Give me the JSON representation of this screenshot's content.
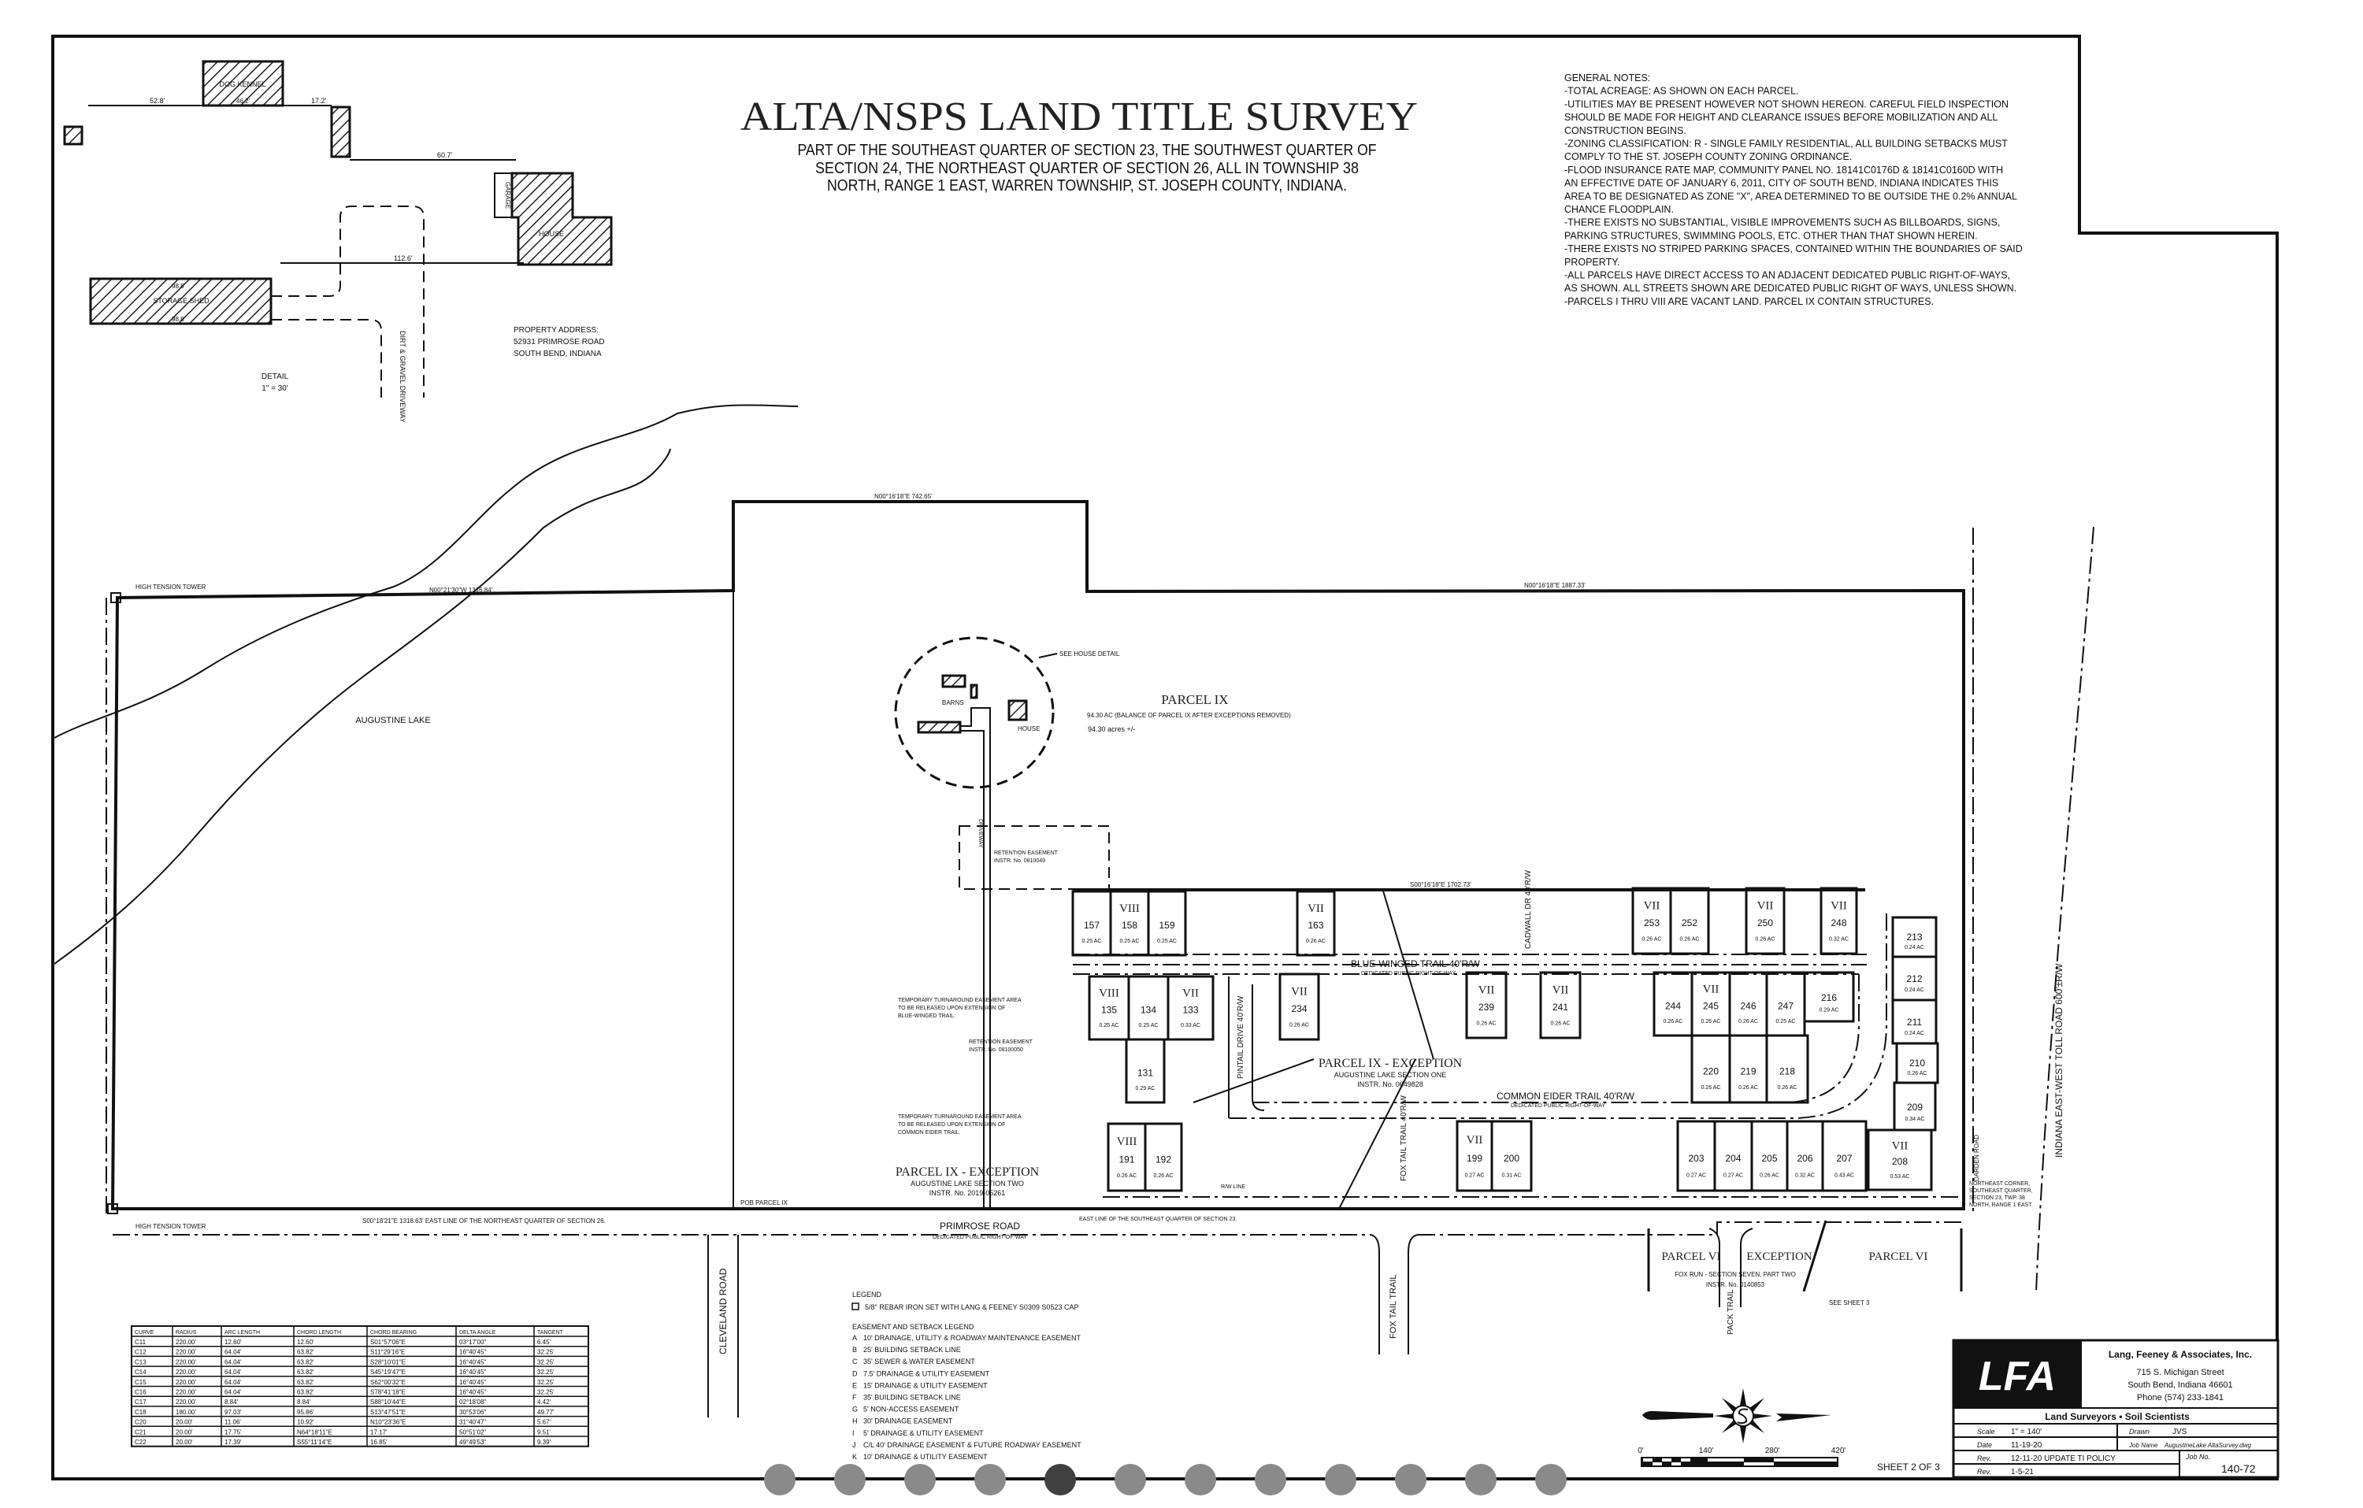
{
  "title": {
    "main": "ALTA/NSPS LAND TITLE SURVEY",
    "lines": [
      "PART OF THE SOUTHEAST QUARTER OF SECTION 23, THE SOUTHWEST QUARTER OF",
      "SECTION 24, THE NORTHEAST QUARTER OF SECTION 26, ALL IN TOWNSHIP 38",
      "NORTH, RANGE 1 EAST, WARREN TOWNSHIP, ST. JOSEPH COUNTY, INDIANA."
    ]
  },
  "general_notes": [
    "GENERAL NOTES:",
    "-TOTAL ACREAGE:  AS SHOWN ON EACH PARCEL.",
    "-UTILITIES MAY BE PRESENT HOWEVER NOT SHOWN HEREON.  CAREFUL FIELD INSPECTION",
    "SHOULD BE MADE FOR HEIGHT AND CLEARANCE ISSUES BEFORE MOBILIZATION AND ALL",
    "CONSTRUCTION BEGINS.",
    "-ZONING CLASSIFICATION: R - SINGLE FAMILY RESIDENTIAL, ALL BUILDING SETBACKS MUST",
    "COMPLY TO THE ST. JOSEPH COUNTY ZONING ORDINANCE.",
    "-FLOOD INSURANCE RATE MAP, COMMUNITY PANEL NO. 18141C0176D & 18141C0160D WITH",
    "AN EFFECTIVE DATE OF JANUARY 6, 2011, CITY OF SOUTH BEND, INDIANA INDICATES THIS",
    "AREA TO BE DESIGNATED AS ZONE \"X\", AREA DETERMINED TO BE OUTSIDE THE 0.2% ANNUAL",
    "CHANCE FLOODPLAIN.",
    "-THERE EXISTS NO SUBSTANTIAL, VISIBLE IMPROVEMENTS SUCH AS BILLBOARDS, SIGNS,",
    "PARKING STRUCTURES, SWIMMING POOLS, ETC. OTHER THAN THAT SHOWN HEREIN.",
    "-THERE EXISTS NO STRIPED PARKING SPACES, CONTAINED WITHIN THE BOUNDARIES OF SAID",
    "PROPERTY.",
    "-ALL PARCELS HAVE DIRECT ACCESS TO AN ADJACENT DEDICATED PUBLIC RIGHT-OF-WAYS,",
    "AS SHOWN. ALL STREETS SHOWN ARE DEDICATED PUBLIC RIGHT OF WAYS, UNLESS SHOWN.",
    "-PARCELS I THRU VIII ARE VACANT LAND. PARCEL IX CONTAIN STRUCTURES."
  ],
  "house_detail": {
    "dog_kennel": "DOG KENNEL",
    "storage_shed": "STORAGE SHED",
    "house": "HOUSE",
    "garage": "GARAGE",
    "driveway": "DIRT & GRAVEL DRIVEWAY",
    "dims": [
      "52.8'",
      "17.2'",
      "60.7'",
      "112.6'",
      "46.2'",
      "98.8'",
      "98.8'"
    ],
    "property_address": [
      "PROPERTY ADDRESS:",
      "52931 PRIMROSE ROAD",
      "SOUTH BEND, INDIANA"
    ],
    "detail_label": "DETAIL",
    "detail_scale": "1\" = 30'"
  },
  "map": {
    "high_tension_tower_1": "HIGH TENSION TOWER",
    "high_tension_tower_2": "HIGH TENSION TOWER",
    "augustine_lake": "AUGUSTINE LAKE",
    "bearing_top_left": "N00°21'30\"W  1316.84'",
    "bearing_top_mid": "N00°16'18\"E  742.65'",
    "bearing_top_right": "N00°16'18\"E  1887.33'",
    "bearing_bottom": "S00°18'21\"E  1318.63'   EAST LINE OF THE NORTHEAST QUARTER OF SECTION 26.",
    "bearing_lots_top": "S00°16'18\"E  1702.73'",
    "pob": "POB PARCEL IX",
    "see_house_detail": "SEE HOUSE DETAIL",
    "barns": "BARNS",
    "house": "HOUSE",
    "driveway": "DRIVEWAY",
    "parcel_ix": "PARCEL IX",
    "parcel_ix_acreage": "94.30 AC (BALANCE OF PARCEL IX AFTER EXCEPTIONS REMOVED)",
    "parcel_ix_acres": "94.30 acres +/-",
    "retention_easement_1": [
      "RETENTION EASEMENT",
      "INSTR. No. 0810049"
    ],
    "retention_easement_2": [
      "RETENTION EASEMENT",
      "INSTR. No. 08100050"
    ],
    "temp_turnaround_1": [
      "TEMPORARY TURNAROUND EASEMENT AREA",
      "TO BE RELEASED UPON EXTENSION OF",
      "BLUE-WINGED TRAIL."
    ],
    "temp_turnaround_2": [
      "TEMPORARY TURNAROUND EASEMENT AREA",
      "TO BE RELEASED UPON EXTENSION OF",
      "COMMON EIDER TRAIL."
    ],
    "exception_one": [
      "PARCEL IX - EXCEPTION",
      "AUGUSTINE LAKE SECTION ONE",
      "INSTR. No. 0649828"
    ],
    "exception_two": [
      "PARCEL IX - EXCEPTION",
      "AUGUSTINE LAKE SECTION TWO",
      "INSTR. No. 2019-05261"
    ],
    "blue_winged": [
      "BLUE-WINGED TRAIL 40'R/W",
      "DEDICATED PUBLIC RIGHT-OF-WAY"
    ],
    "common_eider": [
      "COMMON EIDER TRAIL 40'R/W",
      "DEDICATED PUBLIC RIGHT-OF-WAY"
    ],
    "pintail": "PINTAIL DRIVE 40'R/W",
    "cadwall": "CADWALL DR 40'R/W",
    "primrose": [
      "PRIMROSE ROAD",
      "DEDICATED PUBLIC RIGHT-OF-WAY"
    ],
    "cleveland": "CLEVELAND ROAD",
    "fox_tail": "FOX TAIL TRAIL",
    "fox_tail_row": "FOX TAIL TRAIL 40'R/W",
    "pack_trail": "PACK TRAIL",
    "toll_road": "INDIANA EAST-WEST TOLL ROAD 600'±R/W",
    "darden": "DARDEN ROAD",
    "rw_line": "R/W LINE",
    "east_line_se": "EAST LINE OF THE SOUTHEAST QUARTER OF SECTION 23.",
    "ne_corner": [
      "NORTHEAST CORNER,",
      "SOUTHEAST QUARTER,",
      "SECTION 23, TWP. 38",
      "NORTH, RANGE 1 EAST."
    ],
    "parcel_vi_exception": [
      "PARCEL VI",
      "EXCEPTION",
      "FOX RUN - SECTION SEVEN, PART TWO",
      "INSTR. No. 0140853"
    ],
    "parcel_vi": "PARCEL VI",
    "see_sheet_3": "SEE SHEET 3"
  },
  "lots": [
    {
      "number": "157",
      "acres": "0.25 AC",
      "parcel": ""
    },
    {
      "number": "158",
      "acres": "0.25 AC",
      "parcel": "VIII"
    },
    {
      "number": "159",
      "acres": "0.25 AC",
      "parcel": ""
    },
    {
      "number": "163",
      "acres": "0.26 AC",
      "parcel": "VII"
    },
    {
      "number": "253",
      "acres": "0.26 AC",
      "parcel": "VII"
    },
    {
      "number": "252",
      "acres": "0.26 AC",
      "parcel": ""
    },
    {
      "number": "250",
      "acres": "0.26 AC",
      "parcel": "VII"
    },
    {
      "number": "248",
      "acres": "0.32 AC",
      "parcel": "VII"
    },
    {
      "number": "135",
      "acres": "0.25 AC",
      "parcel": "VIII"
    },
    {
      "number": "134",
      "acres": "0.25 AC",
      "parcel": ""
    },
    {
      "number": "133",
      "acres": "0.33 AC",
      "parcel": "VII"
    },
    {
      "number": "131",
      "acres": "0.29 AC",
      "parcel": ""
    },
    {
      "number": "234",
      "acres": "0.26 AC",
      "parcel": "VII"
    },
    {
      "number": "239",
      "acres": "0.26 AC",
      "parcel": "VII"
    },
    {
      "number": "241",
      "acres": "0.26 AC",
      "parcel": "VII"
    },
    {
      "number": "244",
      "acres": "0.26 AC",
      "parcel": ""
    },
    {
      "number": "245",
      "acres": "0.26 AC",
      "parcel": "VII"
    },
    {
      "number": "246",
      "acres": "0.26 AC",
      "parcel": ""
    },
    {
      "number": "247",
      "acres": "0.25 AC",
      "parcel": ""
    },
    {
      "number": "216",
      "acres": "0.29 AC",
      "parcel": ""
    },
    {
      "number": "220",
      "acres": "0.26 AC",
      "parcel": ""
    },
    {
      "number": "219",
      "acres": "0.26 AC",
      "parcel": ""
    },
    {
      "number": "218",
      "acres": "0.26 AC",
      "parcel": ""
    },
    {
      "number": "191",
      "acres": "0.26 AC",
      "parcel": "VIII"
    },
    {
      "number": "192",
      "acres": "0.26 AC",
      "parcel": ""
    },
    {
      "number": "199",
      "acres": "0.27 AC",
      "parcel": "VII"
    },
    {
      "number": "200",
      "acres": "0.31 AC",
      "parcel": ""
    },
    {
      "number": "203",
      "acres": "0.27 AC",
      "parcel": ""
    },
    {
      "number": "204",
      "acres": "0.27 AC",
      "parcel": ""
    },
    {
      "number": "205",
      "acres": "0.26 AC",
      "parcel": ""
    },
    {
      "number": "206",
      "acres": "0.32 AC",
      "parcel": ""
    },
    {
      "number": "207",
      "acres": "0.43 AC",
      "parcel": ""
    },
    {
      "number": "213",
      "acres": "0.24 AC",
      "parcel": ""
    },
    {
      "number": "212",
      "acres": "0.24 AC",
      "parcel": ""
    },
    {
      "number": "211",
      "acres": "0.24 AC",
      "parcel": ""
    },
    {
      "number": "210",
      "acres": "0.26 AC",
      "parcel": ""
    },
    {
      "number": "209",
      "acres": "0.34 AC",
      "parcel": ""
    },
    {
      "number": "208",
      "acres": "0.53 AC",
      "parcel": "VII"
    }
  ],
  "legend": {
    "title": "LEGEND",
    "rebar": "5/8\" REBAR IRON SET WITH LANG & FEENEY S0309 S0523 CAP",
    "easement_title": "EASEMENT AND SETBACK LEGEND",
    "items": [
      {
        "key": "A",
        "text": "10' DRAINAGE, UTILITY & ROADWAY MAINTENANCE EASEMENT"
      },
      {
        "key": "B",
        "text": "25' BUILDING SETBACK LINE"
      },
      {
        "key": "C",
        "text": "35' SEWER & WATER EASEMENT"
      },
      {
        "key": "D",
        "text": "7.5' DRAINAGE & UTILITY EASEMENT"
      },
      {
        "key": "E",
        "text": "15' DRAINAGE & UTILITY EASEMENT"
      },
      {
        "key": "F",
        "text": "35' BUILDING SETBACK LINE"
      },
      {
        "key": "G",
        "text": "5' NON-ACCESS EASEMENT"
      },
      {
        "key": "H",
        "text": "30' DRAINAGE EASEMENT"
      },
      {
        "key": "I",
        "text": "5' DRAINAGE & UTILITY EASEMENT"
      },
      {
        "key": "J",
        "text": "C/L 40' DRAINAGE EASEMENT & FUTURE ROADWAY EASEMENT"
      },
      {
        "key": "K",
        "text": "10' DRAINAGE & UTILITY EASEMENT"
      }
    ]
  },
  "curve_table": {
    "headers": [
      "CURVE",
      "RADIUS",
      "ARC LENGTH",
      "CHORD LENGTH",
      "CHORD BEARING",
      "DELTA ANGLE",
      "TANGENT"
    ],
    "rows": [
      [
        "C11",
        "220.00'",
        "12.60'",
        "12.60'",
        "S01°57'06\"E",
        "03°17'00\"",
        "6.45'"
      ],
      [
        "C12",
        "220.00'",
        "64.04'",
        "63.82'",
        "S11°29'16\"E",
        "16°40'45\"",
        "32.25'"
      ],
      [
        "C13",
        "220.00'",
        "64.04'",
        "63.82'",
        "S28°10'01\"E",
        "16°40'45\"",
        "32.25'"
      ],
      [
        "C14",
        "220.00'",
        "64.04'",
        "63.82'",
        "S45°19'47\"E",
        "16°40'45\"",
        "32.25'"
      ],
      [
        "C15",
        "220.00'",
        "64.04'",
        "63.82'",
        "S62°00'32\"E",
        "16°40'45\"",
        "32.25'"
      ],
      [
        "C16",
        "220.00'",
        "64.04'",
        "63.82'",
        "S78°41'18\"E",
        "16°40'45\"",
        "32.25'"
      ],
      [
        "C17",
        "220.00'",
        "8.84'",
        "8.84'",
        "S88°10'44\"E",
        "02°18'08\"",
        "4.42'"
      ],
      [
        "C18",
        "180.00'",
        "97.03'",
        "95.86'",
        "S13°47'51\"E",
        "30°53'06\"",
        "49.77'"
      ],
      [
        "C20",
        "20.00'",
        "11.06'",
        "10.92'",
        "N10°23'36\"E",
        "31°40'47\"",
        "5.67'"
      ],
      [
        "C21",
        "20.00'",
        "17.75'",
        "N64°18'11\"E",
        "17.17'",
        "50°51'02\"",
        "9.51'"
      ],
      [
        "C22",
        "20.00'",
        "17.39'",
        "S55°11'14\"E",
        "16.85'",
        "49°49'53\"",
        "9.39'"
      ]
    ]
  },
  "scale_bar": {
    "ticks": [
      "0'",
      "140'",
      "280'",
      "420'"
    ]
  },
  "sheet": "SHEET 2 OF 3",
  "title_block": {
    "logo": "LFA",
    "company": "Lang, Feeney & Associates, Inc.",
    "address1": "715 S. Michigan Street",
    "address2": "South Bend, Indiana 46601",
    "phone": "Phone (574) 233-1841",
    "tagline": "Land Surveyors  •  Soil Scientists",
    "scale_label": "Scale",
    "scale": "1\" = 140'",
    "drawn_label": "Drawn",
    "drawn": "JVS",
    "date_label": "Date",
    "date": "11-19-20",
    "job_name_label": "Job Name",
    "job_name": "AugustineLake AltaSurvey.dwg",
    "rev_label": "Rev.",
    "rev1": "12-11-20 UPDATE TI POLICY",
    "rev2": "1-5-21",
    "job_no_label": "Job No.",
    "job_no": "140-72"
  },
  "pager": {
    "count": 12,
    "active_index": 4,
    "color": "#8a8a8a",
    "active_color": "#404040"
  }
}
